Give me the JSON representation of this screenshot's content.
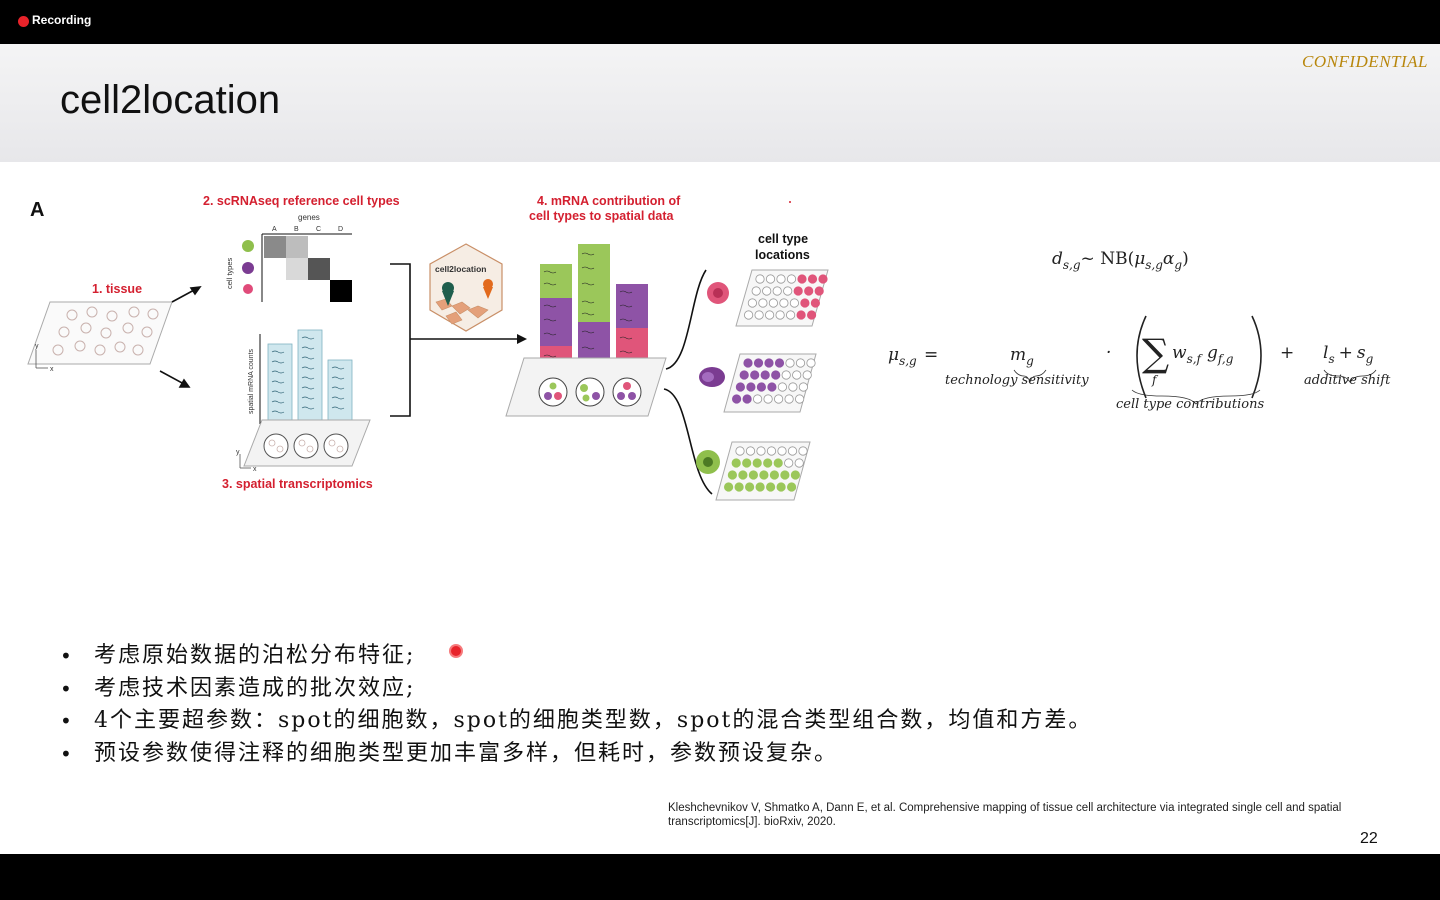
{
  "recorder": {
    "label": "Recording"
  },
  "slide": {
    "confidential": "CONFIDENTIAL",
    "title": "cell2location",
    "page_number": "22"
  },
  "figure": {
    "panel_letter": "A",
    "step1": "1. tissue",
    "step2": "2. scRNAseq reference cell types",
    "step3": "3. spatial transcriptomics",
    "step4_line1": "4. mRNA contribution of",
    "step4_line2": "cell types to spatial data",
    "genes_label": "genes",
    "gene_cols": [
      "A",
      "B",
      "C",
      "D"
    ],
    "cell_types_label": "cell types",
    "counts_label": "spatial mRNA counts",
    "badge": "cell2location",
    "locations_line1": "cell type",
    "locations_line2": "locations",
    "axis_y": "y",
    "axis_x": "x"
  },
  "formula": {
    "d": "d",
    "d_sub": "s,g",
    "tilde_nb": "~ NB(",
    "mu": "μ",
    "mu_sub": "s,g",
    "alpha": "α",
    "alpha_sub": "g",
    "close": ")",
    "equals": "=",
    "m": "m",
    "m_sub": "g",
    "tech": "technology sensitivity",
    "dot": "·",
    "sum": "∑",
    "sum_sub": "f",
    "w": "w",
    "w_sub": "s,f",
    "g": "g",
    "g_sub": "f,g",
    "contrib": "cell type contributions",
    "plus": "+",
    "l": "l",
    "l_sub": "s",
    "s": "s",
    "s_sub": "g",
    "shift": "additive shift"
  },
  "bullets": [
    "考虑原始数据的泊松分布特征;",
    "考虑技术因素造成的批次效应;",
    "4个主要超参数：spot的细胞数，spot的细胞类型数，spot的混合类型组合数，均值和方差。",
    "预设参数使得注释的细胞类型更加丰富多样，但耗时，参数预设复杂。"
  ],
  "reference": "Kleshchevnikov V, Shmatko A, Dann E, et al. Comprehensive mapping of tissue cell architecture via integrated single cell and spatial transcriptomics[J]. bioRxiv, 2020.",
  "colors": {
    "accent_red": "#d42030",
    "confidential_gold": "#b8860b",
    "green_cell": "#9bc75a",
    "purple_cell": "#8e53a6",
    "pink_cell": "#e0557a",
    "teal_bar": "#cfe7ee"
  }
}
